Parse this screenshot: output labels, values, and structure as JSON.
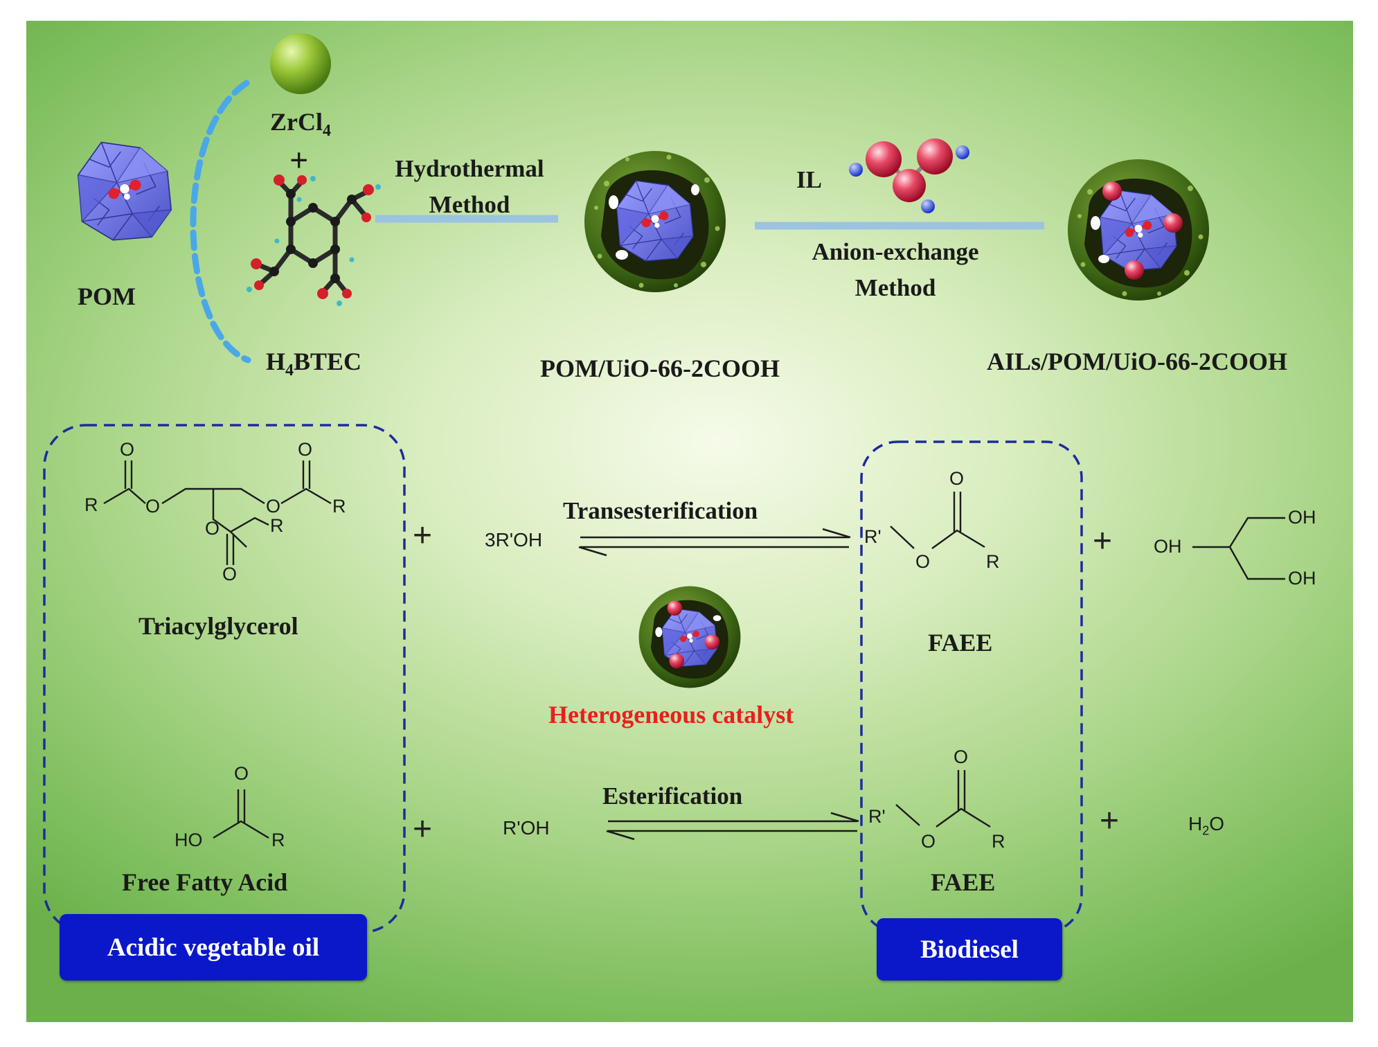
{
  "top": {
    "pom_label": "POM",
    "zrcl_main": "ZrCl",
    "zrcl_sub": "4",
    "plus": "+",
    "btec_h": "H",
    "btec_sub": "4",
    "btec_rest": "BTEC",
    "step1_line1": "Hydrothermal",
    "step1_line2": "Method",
    "intermediate_label": "POM/UiO-66-2COOH",
    "il_label": "IL",
    "step2_line1": "Anion-exchange",
    "step2_line2": "Method",
    "product_label": "AILs/POM/UiO-66-2COOH"
  },
  "bottom": {
    "tag_label": "Triacylglycerol",
    "ffa_label": "Free Fatty Acid",
    "faee_label_1": "FAEE",
    "faee_label_2": "FAEE",
    "transesterification": "Transesterification",
    "esterification": "Esterification",
    "catalyst_label": "Heterogeneous catalyst",
    "reagent_1": "3R'OH",
    "reagent_2": "R'OH",
    "water_h": "H",
    "water_sub": "2",
    "water_o": "O",
    "plus": "+",
    "oil_badge": "Acidic vegetable oil",
    "biodiesel_badge": "Biodiesel",
    "atom_R": "R",
    "atom_Rp": "R'",
    "atom_O": "O",
    "atom_OH": "OH",
    "atom_HO": "HO"
  },
  "colors": {
    "background_center": "#f5fbe9",
    "background_edge": "#6bb04a",
    "arrow_blue": "#9cc3e0",
    "dashed_box": "#1e2c9c",
    "badge_blue": "#0a18c9",
    "catalyst_text": "#e8201c",
    "polyhedra": "#6f76e6",
    "mof_shell": "#3f6a16"
  }
}
